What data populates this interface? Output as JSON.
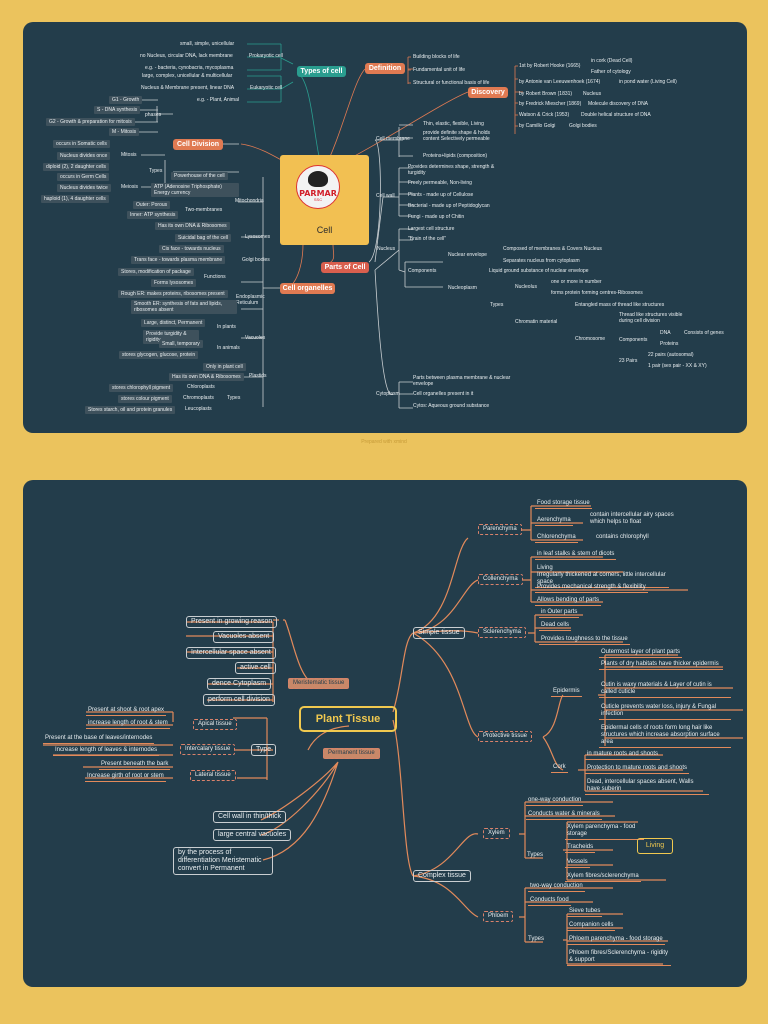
{
  "cell": {
    "title": "Cell",
    "logo": {
      "brand": "PARMAR",
      "sub": "SSC"
    },
    "branches": {
      "types": "Types of cell",
      "definition": "Definition",
      "discovery": "Discovery",
      "division": "Cell Division",
      "parts": "Parts of Cell",
      "organelles": "Cell organelles"
    },
    "prokaryotic": {
      "label": "Prokaryotic cell",
      "items": [
        "small, simple, unicellular",
        "no Nucleus, circular DNA, lack membrane",
        "e.g. - bacteria, cynobacria, mycoplasma"
      ]
    },
    "eukaryotic": {
      "label": "Eukaryotic cell",
      "items": [
        "large, complex, unicellular & multicellular",
        "Nucleus & Membrane present, linear DNA",
        "e.g. - Plant, Animal"
      ]
    },
    "definition_items": [
      "Building blocks of life",
      "Fundamental unit of life",
      "Structural or functional basis of life"
    ],
    "discovery_items": [
      {
        "who": "1st by Robert Hooke (1665)",
        "what": [
          "in cork (Dead Cell)",
          "Father of cytology"
        ]
      },
      {
        "who": "by Antonie van Leeuwenhoek (1674)",
        "what": [
          "in pond water (Living Cell)"
        ]
      },
      {
        "who": "by Robert Brown (1831)",
        "what": [
          "Nucleus"
        ]
      },
      {
        "who": "by Fredrick Miescher (1869)",
        "what": [
          "Molecule discovery of DNA"
        ]
      },
      {
        "who": "Watson & Crick (1953)",
        "what": [
          "Double helical structure of DNA"
        ]
      },
      {
        "who": "by Camillo Golgi",
        "what": [
          "Golgi bodies"
        ]
      }
    ],
    "phases": {
      "label": "phases",
      "items": [
        "G1 - Growth",
        "S - DNA synthesis",
        "G2 - Growth & preparation for mitosis",
        "M - Mitosis"
      ]
    },
    "types_node": "Types",
    "mitosis": {
      "label": "Mitosis",
      "items": [
        "occurs in Somatic cells",
        "Nucleus divides once",
        "diploid (2), 2 daughter cells"
      ]
    },
    "meiosis": {
      "label": "Meiosis",
      "items": [
        "occurs in Germ Cells",
        "Nucleus divides twice",
        "haploid (1), 4 daughter cells"
      ]
    },
    "membrane": {
      "label": "Cell membrane",
      "items": [
        "Thin, elastic, flexible, Living",
        "provide definite shape & holds content Selectively permeable",
        "Proteins+lipids (composition)"
      ]
    },
    "wall": {
      "label": "Cell wall",
      "items": [
        "Provides determines shape, strength & turgidity",
        "Freely permeable, Non-living",
        "Plants - made up of Cellulose",
        "Bacterial - made up of Peptidoglycan",
        "Fungi - made up of Chitin"
      ]
    },
    "nucleus": {
      "label": "Nucleus",
      "items": [
        "Largest cell structure",
        "\"Brain of the cell\""
      ],
      "components": "Components",
      "envelope": {
        "label": "Nuclear envelope",
        "items": [
          "Composed of membranes & Covers Nucleus",
          "Separates nucleus from cytoplasm"
        ]
      },
      "nucleoplasm": {
        "label": "Nucleoplasm",
        "item": "Liquid ground substance of nuclear envelope"
      },
      "types": "Types",
      "nucleolus": {
        "label": "Nucleolus",
        "items": [
          "one or more in number",
          "forms protein forming centres-Ribosomes"
        ]
      },
      "chromatin": {
        "label": "Chromatin material",
        "item": "Entangled mass of thread like structures"
      },
      "chromosome": {
        "label": "Chromosome",
        "item": "Thread like structures visible during cell division"
      },
      "chr_components": {
        "label": "Components",
        "items": [
          "DNA",
          "Proteins"
        ],
        "extra": "Consists of genes"
      },
      "pairs": {
        "label": "23 Pairs",
        "items": [
          "22 pairs (autosomal)",
          "1 pair (sex pair - XX & XY)"
        ]
      }
    },
    "cytoplasm": {
      "label": "Cytoplasm",
      "items": [
        "Parts between plasma membrane & nuclear envelope",
        "Cell organelles present in it",
        "Cytos: Aqueous ground substance"
      ]
    },
    "mitochondria": {
      "label": "Mitochondria",
      "items": [
        "Powerhouse of the cell",
        "ATP (Adenosine Triphosphate) Energy currency",
        "Outer: Porous",
        "Inner: ATP synthesis",
        "Has its own DNA & Ribosomes"
      ],
      "two": "Two-membranes"
    },
    "lysosomes": {
      "label": "Lysosomes",
      "item": "Suicidal bag of the cell"
    },
    "golgi": {
      "label": "Golgi bodies",
      "items": [
        "Cis face - towards nucleus",
        "Trans face - towards plasma membrane"
      ]
    },
    "functions": {
      "label": "Functions",
      "items": [
        "Stores, modification of package",
        "Forms lysosomes"
      ]
    },
    "er": {
      "label": "Endoplasmic Reticulum",
      "items": [
        "Rough ER: makes proteins, ribosomes present",
        "Smooth ER: synthesis of fats and lipids, ribosomes absent"
      ]
    },
    "vacuoles": {
      "label": "Vacuoles",
      "plants": {
        "label": "In plants",
        "items": [
          "Large, distinct, Permanent",
          "Provide turgidity & rigidity"
        ]
      },
      "animals": {
        "label": "In animals",
        "items": [
          "Small, temporary",
          "stores glycogen, glucose, protein"
        ]
      }
    },
    "plastids": {
      "label": "Plastids",
      "items": [
        "Only in plant cell",
        "Has its own DNA & Ribosomes"
      ],
      "types": "Types",
      "children": [
        {
          "desc": "stores chlorophyll pigment",
          "name": "Chloroplasts"
        },
        {
          "desc": "stores colour pigment",
          "name": "Chromoplasts"
        },
        {
          "desc": "Stores starch, oil and protein granules",
          "name": "Leucoplasts"
        }
      ]
    },
    "footer": "Prepared with xmind"
  },
  "plant": {
    "title": "Plant Tissue",
    "meristematic": {
      "label": "Meristematic tissue",
      "props": [
        "Present in growing reason",
        "Vacuoles absent",
        "Intercellular space absent",
        "active cell",
        "dence Cytoplasm",
        "perform cell division"
      ],
      "type": "Type",
      "apical": {
        "label": "Apical tissue",
        "items": [
          "Present at shoot & root apex",
          "increase length of root & stem"
        ]
      },
      "intercalary": {
        "label": "Intercalary tissue",
        "items": [
          "Present at the base of leaves/internodes",
          "Increase length of leaves & internodes"
        ]
      },
      "lateral": {
        "label": "Lateral tissue",
        "items": [
          "Present beneath the bark",
          "Increase girth of root or stem"
        ]
      }
    },
    "permanent": {
      "label": "Permanent tissue",
      "props": [
        "Cell wall in thin/thick",
        "large central vacuoles",
        "by the process of differentiation Meristematic convert in Permanent"
      ]
    },
    "simple": {
      "label": "Simple tissue",
      "parenchyma": {
        "label": "Parenchyma",
        "items": [
          "Food storage tissue",
          "Chlorenchyma"
        ],
        "aero": "Aerenchyma",
        "aero_desc": "contain intercellular airy spaces which helps to float",
        "chl_desc": "contains chlorophyll"
      },
      "collenchyma": {
        "label": "Collenchyma",
        "items": [
          "in leaf stalks & stem of dicots",
          "Living",
          "Irregularly thickened at corners, little intercellular space",
          "Provides mechanical strength & flexibility",
          "Allows bending of parts"
        ]
      },
      "sclerenchyma": {
        "label": "Sclerenchyma",
        "items": [
          "in Outer parts",
          "Dead cells",
          "Provides toughness to the tissue"
        ]
      }
    },
    "protective": {
      "label": "Protective tissue",
      "epidermis": {
        "label": "Epidermis",
        "items": [
          "Outermost layer of plant parts",
          "Plants of dry habitats have thicker epidermis",
          "Cutin is waxy materials & Layer of cutin is called cuticle",
          "Cuticle prevents water loss, injury & Fungal infection",
          "Epidermal cells of roots form long hair like structures which increase absorption surface area"
        ]
      },
      "cork": {
        "label": "Cork",
        "items": [
          "in mature roots and shoots",
          "Protection to mature roots and shoots",
          "Dead, intercellular spaces absent, Walls have suberin"
        ]
      }
    },
    "complex": {
      "label": "Complex tissue",
      "xylem": {
        "label": "Xylem",
        "items": [
          "one-way conduction",
          "Conducts water & minerals"
        ],
        "types": "Types",
        "type_items": [
          "Xylem parenchyma - food storage",
          "Tracheids",
          "Vessels",
          "Xylem fibres/sclerenchyma"
        ]
      },
      "living": "Living",
      "phloem": {
        "label": "Phloem",
        "items": [
          "two-way conduction",
          "Conducts food"
        ],
        "types": "Types",
        "type_items": [
          "Sieve tubes",
          "Companion cells",
          "Phloem parenchyma - food storage",
          "Phloem fibres/Sclerenchyma - rigidity & support"
        ]
      }
    }
  }
}
